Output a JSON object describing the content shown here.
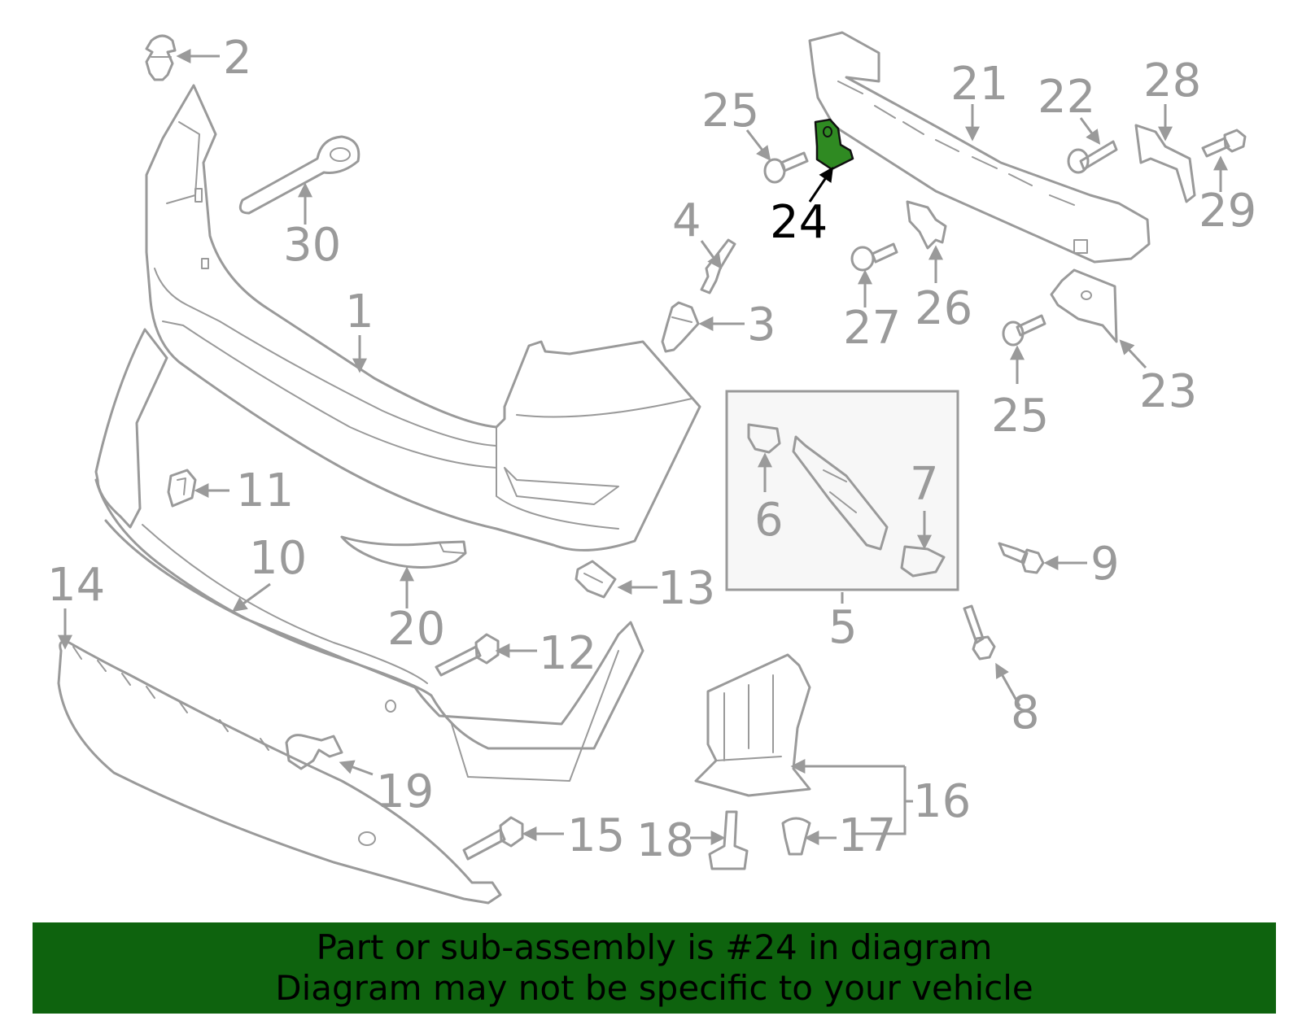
{
  "colors": {
    "line": "#9a9a9a",
    "highlight_fill": "#2f8a22",
    "banner_bg": "#0e630e",
    "banner_text": "#000000"
  },
  "highlight_part": "24",
  "callouts": {
    "c1": "1",
    "c2": "2",
    "c3": "3",
    "c4": "4",
    "c5": "5",
    "c6": "6",
    "c7": "7",
    "c8": "8",
    "c9": "9",
    "c10": "10",
    "c11": "11",
    "c12": "12",
    "c13": "13",
    "c14": "14",
    "c15": "15",
    "c16": "16",
    "c17": "17",
    "c18": "18",
    "c19": "19",
    "c20": "20",
    "c21": "21",
    "c22": "22",
    "c23": "23",
    "c24": "24",
    "c25a": "25",
    "c25b": "25",
    "c26": "26",
    "c27": "27",
    "c28": "28",
    "c29": "29",
    "c30": "30"
  },
  "banner": {
    "line1": "Part or sub-assembly is #24 in diagram",
    "line2": "Diagram may not be specific to your vehicle"
  }
}
